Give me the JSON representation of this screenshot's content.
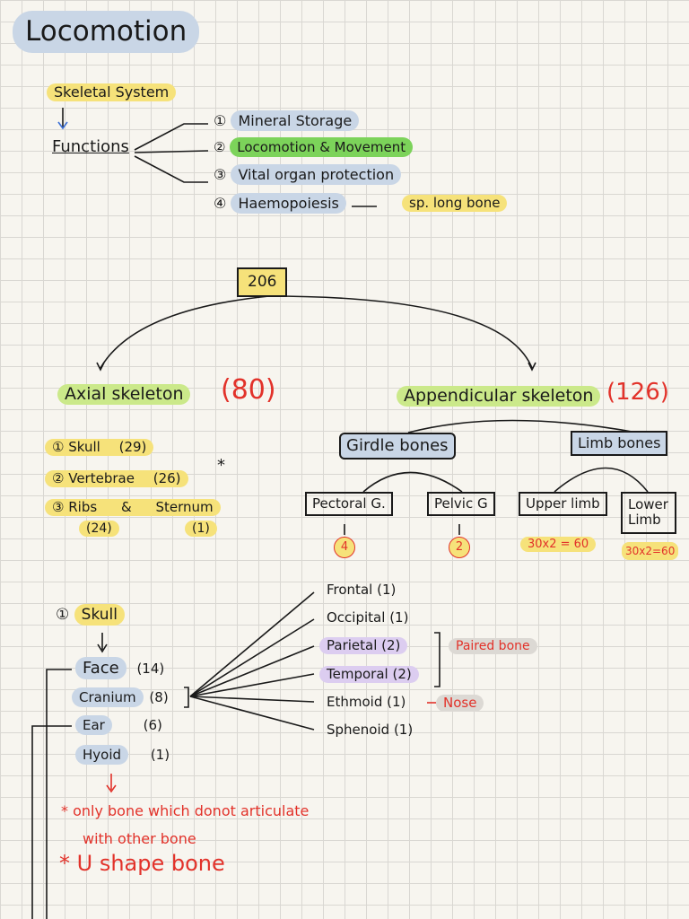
{
  "title": "Locomotion",
  "skeletal": {
    "label": "Skeletal System",
    "functions_label": "Functions",
    "functions": [
      {
        "num": "①",
        "text": "Mineral Storage"
      },
      {
        "num": "②",
        "text": "Locomotion & Movement"
      },
      {
        "num": "③",
        "text": "Vital organ protection"
      },
      {
        "num": "④",
        "text": "Haemopoiesis"
      }
    ],
    "haemo_note": "sp. long bone"
  },
  "total": "206",
  "axial": {
    "label": "Axial skeleton",
    "count": "(80)",
    "items": [
      {
        "num": "①",
        "name": "Skull",
        "count": "(29)"
      },
      {
        "num": "②",
        "name": "Vertebrae",
        "count": "(26)",
        "mark": "*"
      },
      {
        "num": "③",
        "name": "Ribs",
        "joiner": "&",
        "name2": "Sternum",
        "count": "(24)",
        "count2": "(1)"
      }
    ]
  },
  "appendicular": {
    "label": "Appendicular skeleton",
    "count": "(126)",
    "girdle": "Girdle bones",
    "limb": "Limb bones",
    "pectoral": "Pectoral G.",
    "pelvic": "Pelvic G",
    "upper": "Upper limb",
    "lower": "Lower Limb",
    "pectoral_count": "4",
    "pelvic_count": "2",
    "upper_count": "30x2 = 60",
    "lower_count": "30x2=60"
  },
  "skull": {
    "num": "①",
    "label": "Skull",
    "parts": [
      {
        "name": "Face",
        "count": "(14)"
      },
      {
        "name": "Cranium",
        "count": "(8)"
      },
      {
        "name": "Ear",
        "count": "(6)"
      },
      {
        "name": "Hyoid",
        "count": "(1)"
      }
    ],
    "cranium_bones": [
      {
        "name": "Frontal",
        "count": "(1)"
      },
      {
        "name": "Occipital",
        "count": "(1)"
      },
      {
        "name": "Parietal",
        "count": "(2)"
      },
      {
        "name": "Temporal",
        "count": "(2)"
      },
      {
        "name": "Ethmoid",
        "count": "(1)"
      },
      {
        "name": "Sphenoid",
        "count": "(1)"
      }
    ],
    "paired_note": "Paired bone",
    "ethmoid_note": "Nose",
    "hyoid_note1": "* only bone which donot articulate",
    "hyoid_note2": "with other bone",
    "hyoid_note3": "* U shape bone"
  },
  "colors": {
    "yellow": "#f6e27a",
    "blue": "#c9d6e6",
    "green": "#7cd35a",
    "lime": "#cbe98a",
    "lavender": "#dccdf0",
    "red": "#e2322a"
  }
}
